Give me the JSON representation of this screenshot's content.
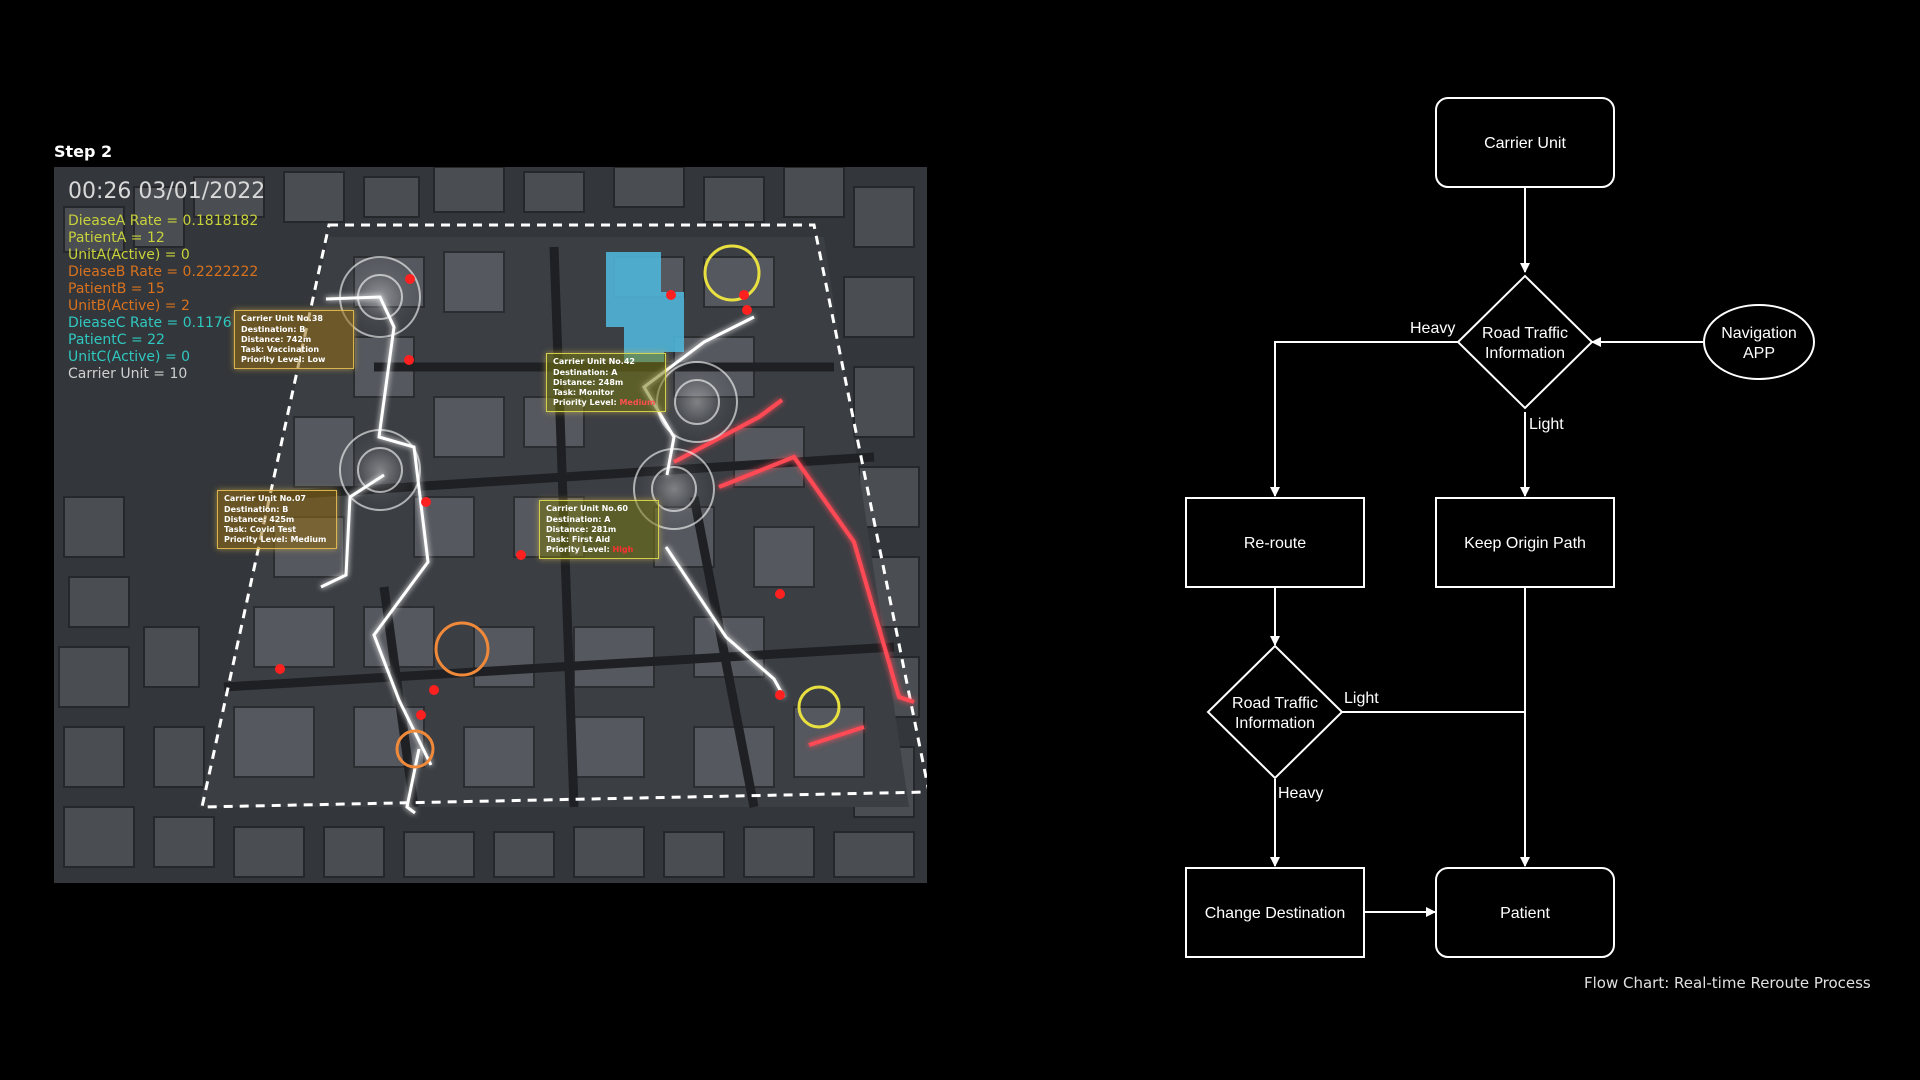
{
  "step_label": "Step 2",
  "map": {
    "clock": "00:26 03/01/2022",
    "stats": [
      {
        "text": "DieaseA Rate = 0.1818182",
        "color": "#c8d23a"
      },
      {
        "text": "PatientA = 12",
        "color": "#c8d23a"
      },
      {
        "text": "UnitA(Active) = 0",
        "color": "#c8d23a"
      },
      {
        "text": "DieaseB Rate = 0.2222222",
        "color": "#d8721e"
      },
      {
        "text": "PatientB = 15",
        "color": "#d8721e"
      },
      {
        "text": "UnitB(Active) = 2",
        "color": "#d8721e"
      },
      {
        "text": "DieaseC Rate = 0.1176",
        "color": "#2fc8c0"
      },
      {
        "text": "PatientC = 22",
        "color": "#2fc8c0"
      },
      {
        "text": "UnitC(Active) = 0",
        "color": "#2fc8c0"
      },
      {
        "text": "Carrier Unit = 10",
        "color": "#cfcfcf"
      }
    ],
    "cards": [
      {
        "title": "Carrier Unit No.38",
        "destination": "Destination: B",
        "distance": "Distance: 742m",
        "task": "Task: Vaccination",
        "priority_label": "Priority Level: ",
        "priority": "Low"
      },
      {
        "title": "Carrier Unit No.42",
        "destination": "Destination: A",
        "distance": "Distance: 248m",
        "task": "Task: Monitor",
        "priority_label": "Priority Level: ",
        "priority": "Medium"
      },
      {
        "title": "Carrier Unit No.07",
        "destination": "Destination: B",
        "distance": "Distance: 425m",
        "task": "Task: Covid Test",
        "priority_label": "Priority Level: ",
        "priority": "Medium"
      },
      {
        "title": "Carrier Unit No.60",
        "destination": "Destination: A",
        "distance": "Distance: 281m",
        "task": "Task: First Aid",
        "priority_label": "Priority Level: ",
        "priority": "High"
      }
    ]
  },
  "flowchart": {
    "nodes": {
      "carrier_unit": "Carrier Unit",
      "road_traffic_1_l1": "Road Traffic",
      "road_traffic_1_l2": "Information",
      "navigation_l1": "Navigation",
      "navigation_l2": "APP",
      "reroute": "Re-route",
      "keep_origin": "Keep Origin Path",
      "road_traffic_2_l1": "Road Traffic",
      "road_traffic_2_l2": "Information",
      "change_destination": "Change Destination",
      "patient": "Patient"
    },
    "edges": {
      "heavy_1": "Heavy",
      "light_1": "Light",
      "light_2": "Light",
      "heavy_2": "Heavy"
    }
  },
  "caption": "Flow Chart: Real-time Reroute Process",
  "colors": {
    "background": "#000000",
    "route_white": "#ffffff",
    "route_red": "#ff4a55",
    "marker_red": "#ff2020",
    "zone_yellow": "#e8e040",
    "zone_orange": "#f08a3a",
    "building_blue": "#4fb4d8"
  }
}
